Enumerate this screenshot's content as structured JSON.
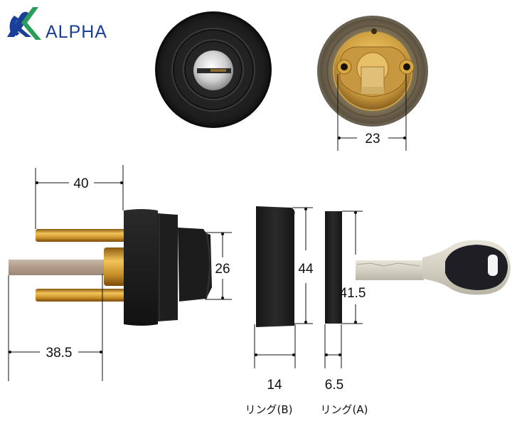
{
  "brand": {
    "name": "ALPHA",
    "colors": {
      "blue": "#1a3f99",
      "green": "#2a9d5a"
    }
  },
  "views": {
    "front": {
      "description": "key cylinder front face"
    },
    "back": {
      "description": "cylinder rear with brass cam",
      "dimension": "23"
    }
  },
  "dimensions": {
    "pin_length": "40",
    "tailpiece_length": "38.5",
    "cylinder_face_diameter": "26",
    "ring_b_diameter": "44",
    "ring_a_diameter": "41.5",
    "ring_b_thickness": "14",
    "ring_a_thickness": "6.5"
  },
  "labels": {
    "ring_b": "リング(B)",
    "ring_a": "リング(A)"
  },
  "colors": {
    "cylinder_black": "#1c1c1c",
    "brass": "#c8962a",
    "tailpiece": "#b8a898",
    "key_silver": "#d8d4c8",
    "back_plate": "#8a7a5a",
    "dim_line": "#111111"
  }
}
